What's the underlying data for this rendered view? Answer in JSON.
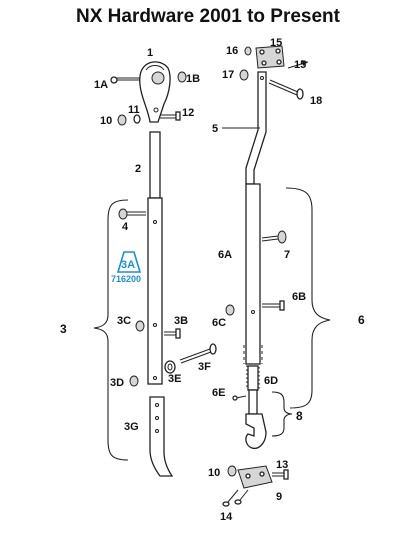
{
  "title": "NX Hardware 2001 to Present",
  "labels": {
    "p1": "1",
    "p1A": "1A",
    "p1B": "1B",
    "p2": "2",
    "p3": "3",
    "p3A": "3A",
    "p3A_part": "716200",
    "p3B": "3B",
    "p3C": "3C",
    "p3D": "3D",
    "p3E": "3E",
    "p3F": "3F",
    "p3G": "3G",
    "p4": "4",
    "p5": "5",
    "p6": "6",
    "p6A": "6A",
    "p6B": "6B",
    "p6C": "6C",
    "p6D": "6D",
    "p6E": "6E",
    "p7": "7",
    "p8": "8",
    "p9": "9",
    "p10a": "10",
    "p10b": "10",
    "p11": "11",
    "p12": "12",
    "p13": "13",
    "p14": "14",
    "p15a": "15",
    "p15b": "15",
    "p16": "16",
    "p17": "17",
    "p18": "18"
  },
  "colors": {
    "highlight": "#1e8fd0",
    "ink": "#222222"
  }
}
